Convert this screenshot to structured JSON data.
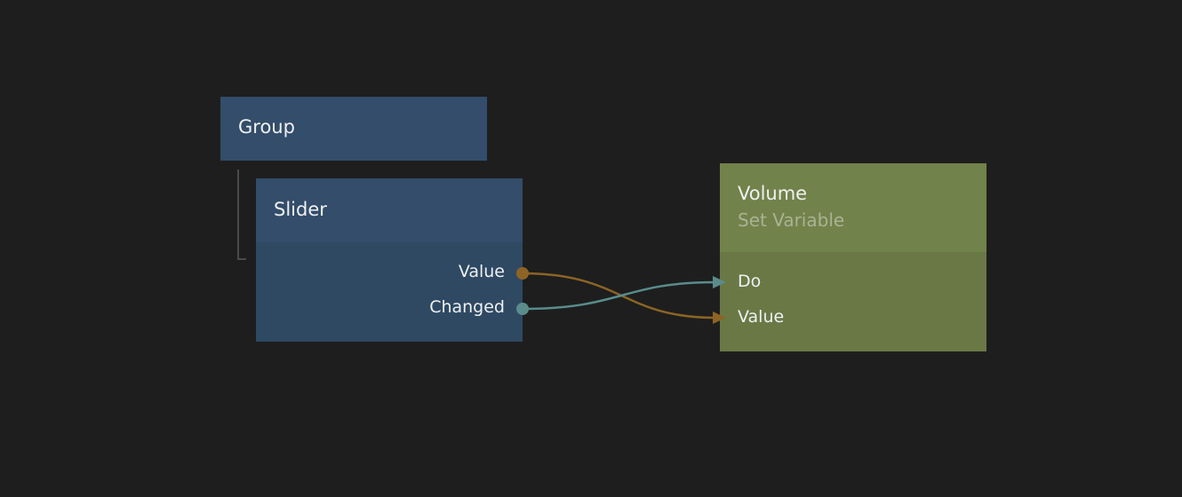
{
  "nodes": {
    "group": {
      "title": "Group"
    },
    "slider": {
      "title": "Slider",
      "outputs": [
        "Value",
        "Changed"
      ]
    },
    "volume": {
      "title": "Volume",
      "subtitle": "Set Variable",
      "inputs": [
        "Do",
        "Value"
      ]
    }
  },
  "connections": [
    {
      "from": "Slider.Value",
      "to": "Volume.Value",
      "color": "#8d6425"
    },
    {
      "from": "Slider.Changed",
      "to": "Volume.Do",
      "color": "#5a8c8c"
    }
  ],
  "colors": {
    "background": "#1e1e1e",
    "visual_node": "#334d6a",
    "data_node": "#72824b"
  }
}
